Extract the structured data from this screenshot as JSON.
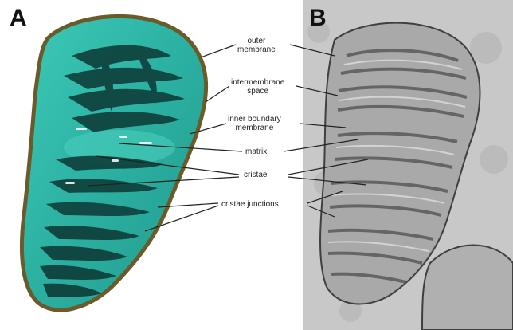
{
  "panels": {
    "a_label": "A",
    "b_label": "B"
  },
  "callouts": {
    "outer_membrane": [
      "outer",
      "membrane"
    ],
    "intermembrane_space": [
      "intermembrane",
      "space"
    ],
    "inner_boundary_membrane": [
      "inner boundary",
      "membrane"
    ],
    "matrix": "matrix",
    "cristae": "cristae",
    "cristae_junctions": "cristae junctions"
  },
  "colors": {
    "mito_fill": "#2fb5a6",
    "mito_light": "#49cdbd",
    "mito_dark": "#0e3f3b",
    "outer_edge": "#6b5a2a",
    "em_bg": "#c8c8c8",
    "em_dark": "#4a4a4a"
  }
}
